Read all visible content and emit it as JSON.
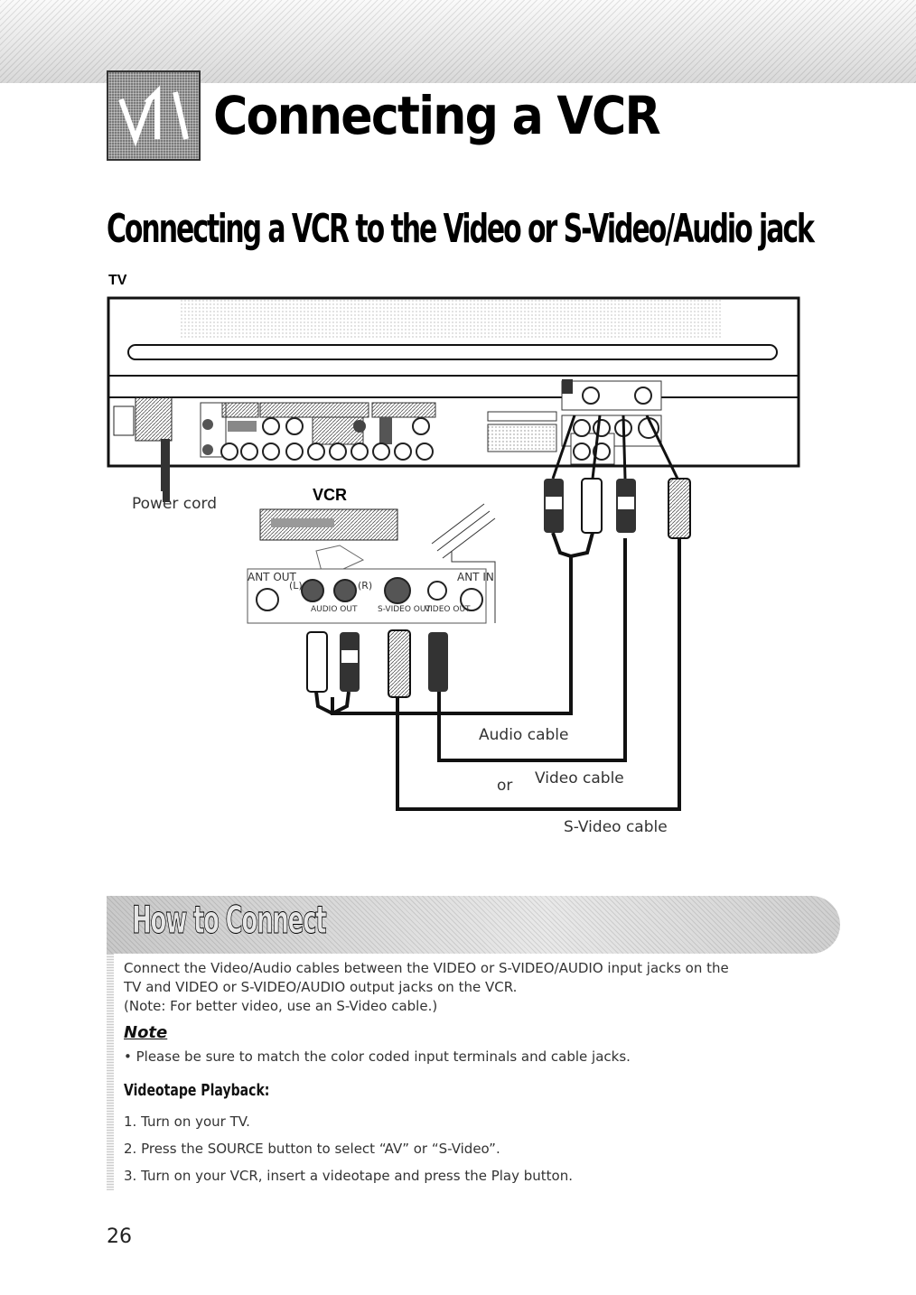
{
  "chapter": {
    "title": "Connecting a VCR",
    "icon": "connect-arrows-icon"
  },
  "section": {
    "title": "Connecting a VCR to the Video or S-Video/Audio jack"
  },
  "diagram": {
    "tv_label": "TV",
    "vcr_label": "VCR",
    "power_cord_label": "Power cord",
    "vcr_jacks": {
      "ant_out": "ANT OUT",
      "left": "(L)",
      "right": "(R)",
      "ant_in": "ANT IN",
      "audio_out": "AUDIO OUT",
      "s_video_out": "S-VIDEO OUT",
      "video_out": "VIDEO OUT"
    },
    "audio_cable_label": "Audio cable",
    "or_label": "or",
    "video_cable_label": "Video cable",
    "s_video_cable_label": "S-Video cable"
  },
  "howto": {
    "title": "How to Connect",
    "intro_line1": "Connect the Video/Audio cables between the VIDEO or S-VIDEO/AUDIO input jacks on the",
    "intro_line2": "TV and VIDEO or S-VIDEO/AUDIO output jacks on the VCR.",
    "intro_line3": "(Note: For better video, use an S-Video cable.)",
    "note_heading": "Note",
    "note_bullet": "•   Please be sure to match the color coded input terminals and cable jacks.",
    "playback_heading": "Videotape Playback:",
    "steps": [
      "1.  Turn on your TV.",
      "2.  Press the SOURCE button to select “AV” or “S-Video”.",
      "3.  Turn on your VCR, insert a videotape and press the Play button."
    ]
  },
  "page_number": "26"
}
